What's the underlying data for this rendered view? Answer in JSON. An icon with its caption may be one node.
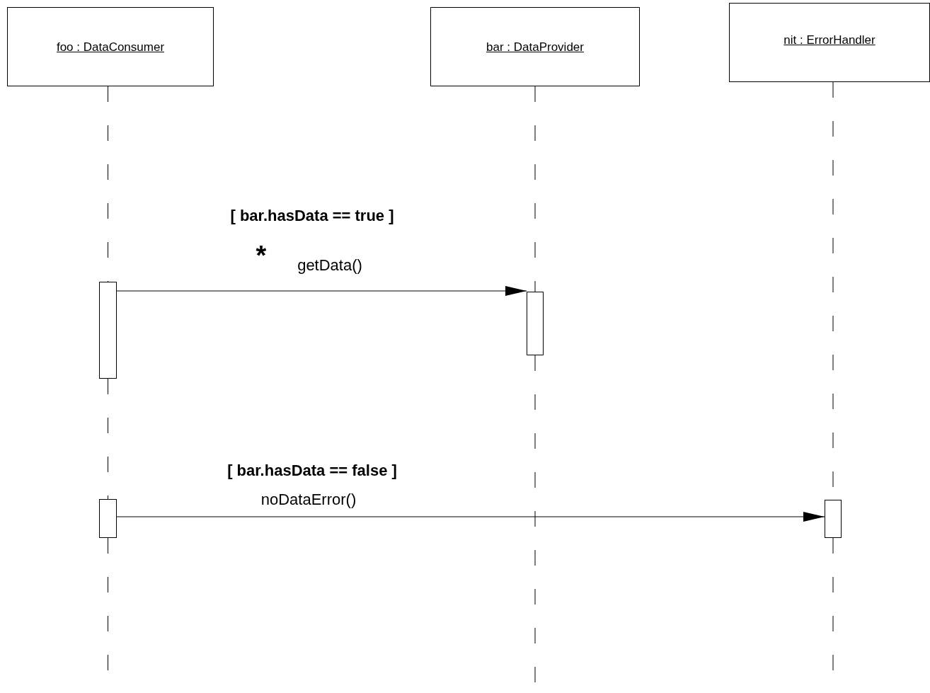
{
  "diagram": {
    "nodes": [
      {
        "text": [
          "foo : DataConsumer"
        ]
      },
      {
        "text": [
          "bar : DataProvider"
        ]
      },
      {
        "text": [
          "nit : ErrorHandler"
        ]
      },
      {
        "text": [],
        "shape": "bar"
      },
      {
        "text": [],
        "shape": "bar"
      },
      {
        "text": [],
        "shape": "bar"
      },
      {
        "text": [],
        "shape": "bar"
      }
    ],
    "edges": [
      {
        "from": 3,
        "to": 4,
        "arrow": "to",
        "label": "getData()"
      },
      {
        "from": 5,
        "to": 6,
        "arrow": "to",
        "label": "noDataError()"
      },
      {
        "from": 0,
        "to": 3,
        "arrow": "none",
        "style": "dashed"
      },
      {
        "from": 3,
        "to": 5,
        "arrow": "none",
        "style": "dashed"
      },
      {
        "from": 5,
        "to": null,
        "arrow": "none",
        "style": "dashed"
      },
      {
        "from": 1,
        "to": 4,
        "arrow": "none",
        "style": "dashed"
      },
      {
        "from": 4,
        "to": null,
        "arrow": "none",
        "style": "dashed"
      },
      {
        "from": 2,
        "to": 6,
        "arrow": "none",
        "style": "dashed"
      },
      {
        "from": 6,
        "to": null,
        "arrow": "none",
        "style": "dashed"
      }
    ],
    "labels": [
      "[ bar.hasData == true ]",
      "*",
      "[ bar.hasData == false ]"
    ]
  }
}
